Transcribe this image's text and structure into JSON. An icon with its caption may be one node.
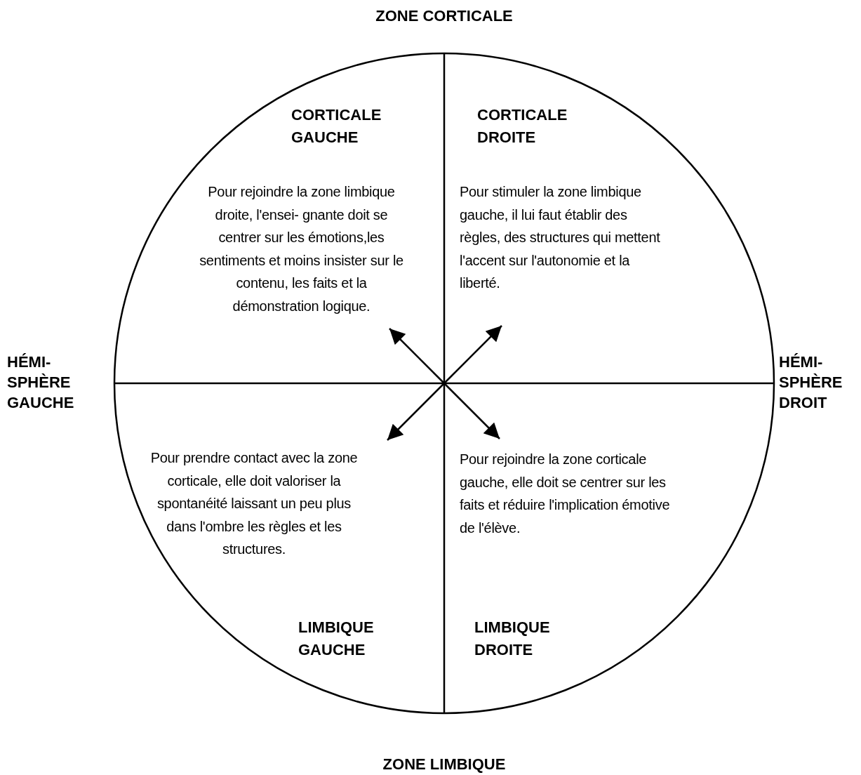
{
  "diagram": {
    "nodes": [
      {
        "text": [
          "CORTICALE GAUCHE",
          "Pour rejoindre la zone limbique droite, l'ensei- gnante doit se centrer sur les émotions,les sentiments et moins insister sur le contenu, les faits et la démonstration logique."
        ]
      },
      {
        "text": [
          "CORTICALE DROITE",
          "Pour stimuler la zone limbique gauche, il lui faut établir des règles, des structures qui mettent l'accent sur l'autonomie et la liberté."
        ]
      },
      {
        "text": [
          "Pour prendre contact avec la zone corticale, elle doit valoriser la spontanéité laissant un peu plus dans l'ombre les règles et les structures.",
          "LIMBIQUE GAUCHE"
        ]
      },
      {
        "text": [
          "Pour rejoindre la zone corticale gauche, elle doit se centrer sur les faits et réduire l'implication émotive de l'élève.",
          "LIMBIQUE DROITE"
        ]
      }
    ],
    "edges": [
      {
        "from": null,
        "to": 0,
        "arrow": "to"
      },
      {
        "from": null,
        "to": 1,
        "arrow": "to"
      },
      {
        "from": null,
        "to": 2,
        "arrow": "to"
      },
      {
        "from": null,
        "to": 3,
        "arrow": "to"
      }
    ],
    "labels": [
      "ZONE CORTICALE",
      "HÉMI- SPHÈRE GAUCHE",
      "HÉMI- SPHÈRE DROIT",
      "ZONE LIMBIQUE"
    ]
  }
}
